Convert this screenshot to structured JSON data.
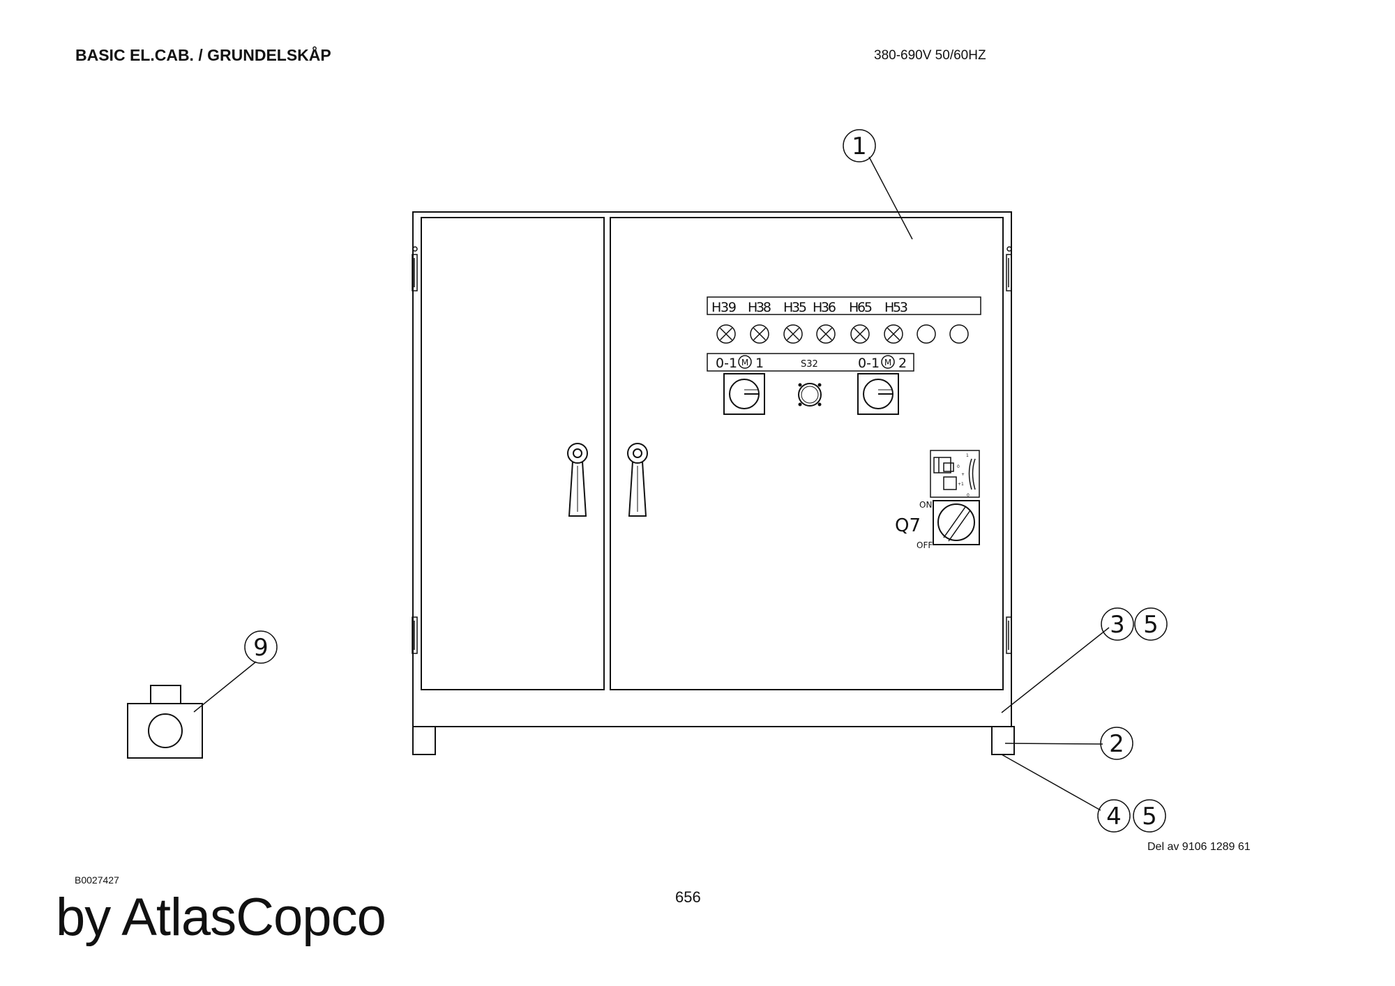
{
  "header": {
    "title": "BASIC EL.CAB. / GRUNDELSKÅP",
    "voltage": "380-690V 50/60HZ"
  },
  "footer": {
    "part_ref": "Del av 9106 1289 61",
    "drawing_id": "B0027427",
    "page_number": "656",
    "brand": "by AtlasCopco"
  },
  "panel": {
    "lamp_labels": [
      "H39",
      "H38",
      "H35",
      "H36",
      "H65",
      "H53"
    ],
    "selector_left_label": "0-1",
    "selector_left_num": "1",
    "selector_right_label": "0-1",
    "selector_right_num": "2",
    "motor_symbol": "M",
    "center_label": "S32",
    "switch_label": "Q7",
    "switch_on": "ON",
    "switch_off": "OFF",
    "aux_marks": [
      "1",
      "0",
      "+",
      "+1",
      "0"
    ]
  },
  "balloons": {
    "b1": "1",
    "b3": "3",
    "b5a": "5",
    "b2": "2",
    "b4": "4",
    "b5b": "5",
    "b9": "9"
  }
}
